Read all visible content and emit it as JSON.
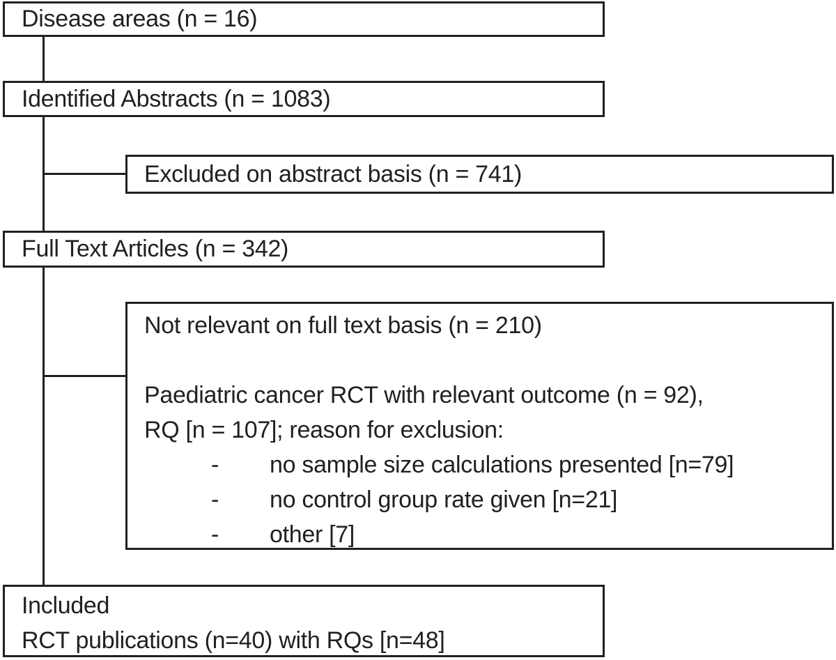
{
  "figure": {
    "background": "#ffffff",
    "line_color": "#231f20"
  },
  "flow": {
    "disease_areas": {
      "label": "Disease areas (n = 16)"
    },
    "identified_abstracts": {
      "label": "Identified Abstracts (n = 1083)"
    },
    "excluded_abstracts": {
      "label": "Excluded on abstract basis (n = 741)"
    },
    "full_text_articles": {
      "label": "Full Text Articles (n = 342)"
    },
    "full_text_exclusions": {
      "line1": "Not relevant on full text basis (n = 210)",
      "line2": "Paediatric cancer RCT with relevant outcome (n = 92),",
      "line3": "RQ [n = 107]; reason for exclusion:",
      "bullets": [
        {
          "marker": "-",
          "text": "no sample size calculations presented [n=79]"
        },
        {
          "marker": "-",
          "text": "no control group rate given [n=21]"
        },
        {
          "marker": "-",
          "text": "other [7]"
        }
      ]
    },
    "included": {
      "line1": "Included",
      "line2": "RCT publications (n=40) with RQs [n=48]"
    }
  }
}
